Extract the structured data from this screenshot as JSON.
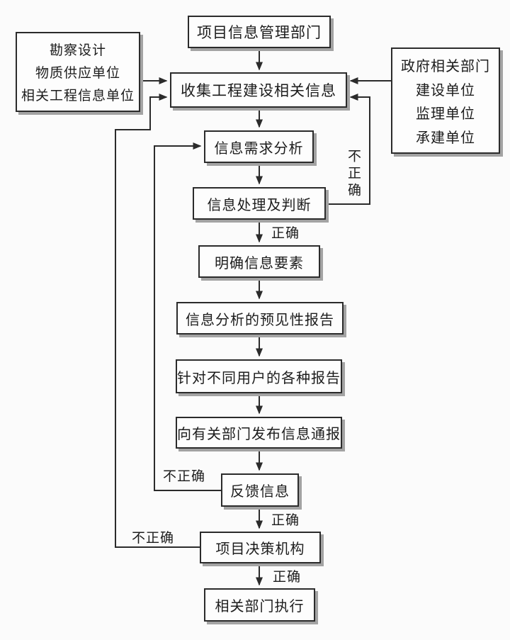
{
  "diagram": {
    "background": "#fbfbfb",
    "line_color": "#2b2b2b",
    "box_fill": "#fdfdfd",
    "shadow_color": "#a3a3a3",
    "nodes": {
      "top_department": {
        "label": "项目信息管理部门"
      },
      "left_sources": {
        "lines": [
          "勘察设计",
          "物质供应单位",
          "相关工程信息单位"
        ]
      },
      "right_sources": {
        "lines": [
          "政府相关部门",
          "建设单位",
          "监理单位",
          "承建单位"
        ]
      },
      "collect": {
        "label": "收集工程建设相关信息"
      },
      "demand": {
        "label": "信息需求分析"
      },
      "process": {
        "label": "信息处理及判断"
      },
      "clarify": {
        "label": "明确信息要素"
      },
      "forecast": {
        "label": "信息分析的预见性报告"
      },
      "reports": {
        "label": "针对不同用户的各种报告"
      },
      "publish": {
        "label": "向有关部门发布信息通报"
      },
      "feedback": {
        "label": "反馈信息"
      },
      "decision": {
        "label": "项目决策机构"
      },
      "execute": {
        "label": "相关部门执行"
      }
    },
    "edge_labels": {
      "process_correct": "正确",
      "feedback_correct": "正确",
      "decision_correct": "正确",
      "process_incorrect": "不正确",
      "feedback_incorrect": "不正确",
      "decision_incorrect": "不正确"
    },
    "edges": [
      {
        "from": "top_department",
        "to": "collect",
        "label": ""
      },
      {
        "from": "left_sources",
        "to": "collect",
        "label": ""
      },
      {
        "from": "right_sources",
        "to": "collect",
        "label": ""
      },
      {
        "from": "collect",
        "to": "demand",
        "label": ""
      },
      {
        "from": "demand",
        "to": "process",
        "label": ""
      },
      {
        "from": "process",
        "to": "clarify",
        "label": "正确"
      },
      {
        "from": "process",
        "to": "collect",
        "label": "不正确"
      },
      {
        "from": "clarify",
        "to": "forecast",
        "label": ""
      },
      {
        "from": "forecast",
        "to": "reports",
        "label": ""
      },
      {
        "from": "reports",
        "to": "publish",
        "label": ""
      },
      {
        "from": "publish",
        "to": "feedback",
        "label": ""
      },
      {
        "from": "feedback",
        "to": "decision",
        "label": "正确"
      },
      {
        "from": "feedback",
        "to": "demand",
        "label": "不正确"
      },
      {
        "from": "decision",
        "to": "execute",
        "label": "正确"
      },
      {
        "from": "decision",
        "to": "collect",
        "label": "不正确"
      }
    ]
  }
}
